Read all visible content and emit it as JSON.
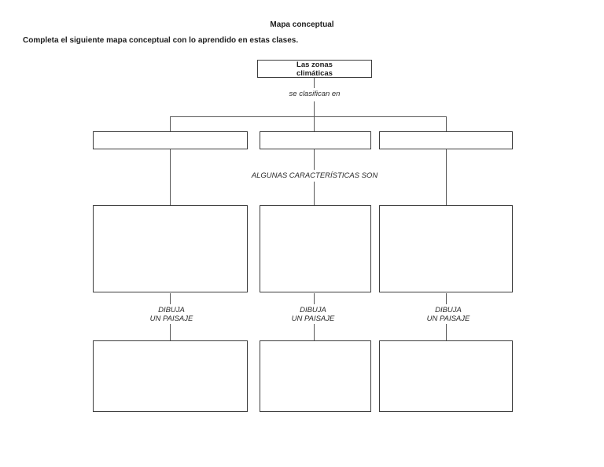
{
  "page": {
    "title": "Mapa conceptual",
    "instruction": "Completa el siguiente mapa conceptual con lo aprendido en estas clases."
  },
  "concept_map": {
    "root_box_label": "Las zonas\nclimáticas",
    "classification_link_label": "se clasifican en",
    "characteristics_link_label": "ALGUNAS CARACTERÍSTICAS SON",
    "columns": [
      {
        "zone_name": "",
        "characteristics": "",
        "draw_label": "DIBUJA\nUN PAISAJE",
        "drawing": ""
      },
      {
        "zone_name": "",
        "characteristics": "",
        "draw_label": "DIBUJA\nUN PAISAJE",
        "drawing": ""
      },
      {
        "zone_name": "",
        "characteristics": "",
        "draw_label": "DIBUJA\nUN PAISAJE",
        "drawing": ""
      }
    ],
    "line_color": "#5a5a5a",
    "border_color": "#3d3d3d"
  }
}
